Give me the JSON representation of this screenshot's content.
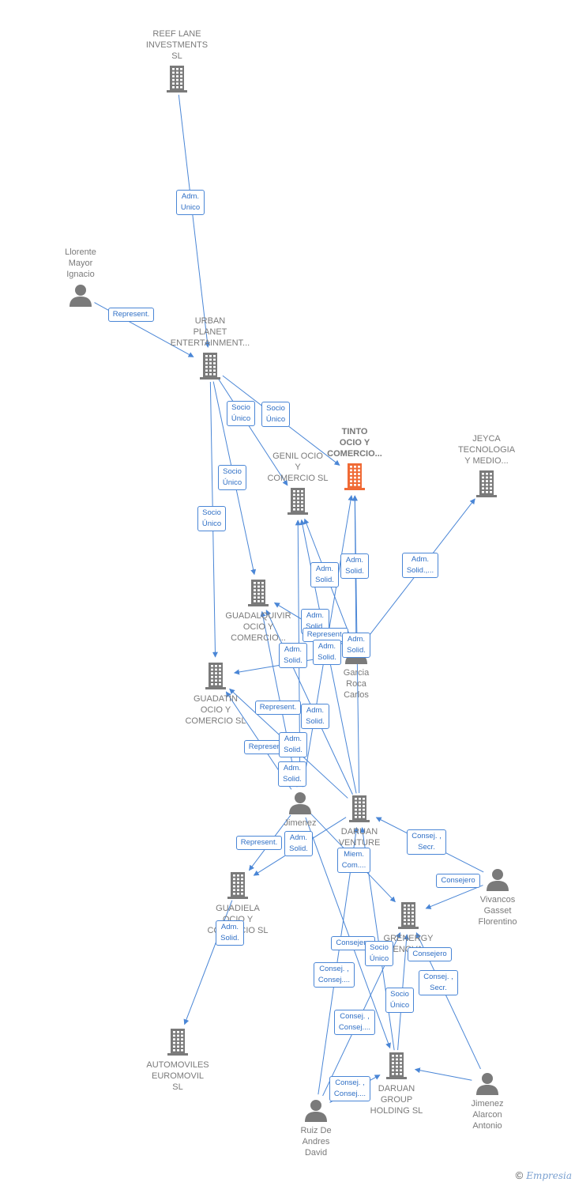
{
  "colors": {
    "edge": "#4a86d6",
    "node": "#7a7a7a",
    "main": "#f06a35"
  },
  "nodes": [
    {
      "id": "reef",
      "type": "company",
      "label": "REEF LANE\nINVESTMENTS\nSL"
    },
    {
      "id": "llorente",
      "type": "person",
      "label": "Llorente\nMayor\nIgnacio"
    },
    {
      "id": "urban",
      "type": "company",
      "label": "URBAN\nPLANET\nENTERTAINMENT..."
    },
    {
      "id": "tinto",
      "type": "company",
      "main": true,
      "label": "TINTO\nOCIO Y\nCOMERCIO..."
    },
    {
      "id": "genil",
      "type": "company",
      "label": "GENIL OCIO\nY\nCOMERCIO  SL"
    },
    {
      "id": "jeyca",
      "type": "company",
      "label": "JEYCA\nTECNOLOGIA\nY MEDIO..."
    },
    {
      "id": "guadalquivir",
      "type": "company",
      "label": "GUADALQUIVIR\nOCIO Y\nCOMERCIO..."
    },
    {
      "id": "garcia",
      "type": "person",
      "label": "Garcia\nRoca\nCarlos"
    },
    {
      "id": "guadatin",
      "type": "company",
      "label": "GUADATIN\nOCIO Y\nCOMERCIO  SL"
    },
    {
      "id": "jimenez",
      "type": "person",
      "label": "Jimenez"
    },
    {
      "id": "daruanventure",
      "type": "company",
      "label": "DARUAN\nVENTURE"
    },
    {
      "id": "vivancos",
      "type": "person",
      "label": "Vivancos\nGasset\nFlorentino"
    },
    {
      "id": "guadiela",
      "type": "company",
      "label": "GUADIELA\nOCIO Y\nCOMERCIO  SL"
    },
    {
      "id": "grenergy",
      "type": "company",
      "label": "GRENERGY\nRENOVA..."
    },
    {
      "id": "automoviles",
      "type": "company",
      "label": "AUTOMOVILES\nEUROMOVIL\nSL"
    },
    {
      "id": "daruangroup",
      "type": "company",
      "label": "DARUAN\nGROUP\nHOLDING  SL"
    },
    {
      "id": "jimenezalarcon",
      "type": "person",
      "label": "Jimenez\nAlarcon\nAntonio"
    },
    {
      "id": "ruiz",
      "type": "person",
      "label": "Ruiz De\nAndres\nDavid"
    }
  ],
  "edges": [
    {
      "from": "reef",
      "to": "urban",
      "label": "Adm.\nUnico"
    },
    {
      "from": "llorente",
      "to": "urban",
      "label": "Represent."
    },
    {
      "from": "urban",
      "to": "genil",
      "label": "Socio\nÚnico"
    },
    {
      "from": "urban",
      "to": "tinto",
      "label": "Socio\nÚnico"
    },
    {
      "from": "urban",
      "to": "guadalquivir",
      "label": "Socio\nÚnico"
    },
    {
      "from": "urban",
      "to": "guadatin",
      "label": "Socio\nÚnico"
    },
    {
      "from": "garcia",
      "to": "genil",
      "label": "Adm.\nSolid."
    },
    {
      "from": "garcia",
      "to": "tinto",
      "label": "Adm.\nSolid."
    },
    {
      "from": "garcia",
      "to": "jeyca",
      "label": "Adm.\nSolid.,..."
    },
    {
      "from": "garcia",
      "to": "guadalquivir",
      "label": "Adm.\nSolid."
    },
    {
      "from": "garcia",
      "to": "guadatin",
      "label": "Adm.\nSolid."
    },
    {
      "from": "daruanventure",
      "to": "genil",
      "label": "Represent."
    },
    {
      "from": "daruanventure",
      "to": "tinto",
      "label": "Adm.\nSolid."
    },
    {
      "from": "daruanventure",
      "to": "guadalquivir",
      "label": "Represent."
    },
    {
      "from": "daruanventure",
      "to": "guadatin",
      "label": "Represent."
    },
    {
      "from": "jimenez",
      "to": "genil",
      "label": "Adm.\nSolid."
    },
    {
      "from": "jimenez",
      "to": "tinto",
      "label": "Adm.\nSolid."
    },
    {
      "from": "jimenez",
      "to": "guadalquivir",
      "label": "Adm.\nSolid."
    },
    {
      "from": "jimenez",
      "to": "guadatin",
      "label": "Adm.\nSolid."
    },
    {
      "from": "daruanventure",
      "to": "guadiela",
      "label": "Represent."
    },
    {
      "from": "jimenez",
      "to": "guadiela",
      "label": "Adm.\nSolid."
    },
    {
      "from": "guadiela",
      "to": "automoviles",
      "label": "Adm.\nSolid."
    },
    {
      "from": "vivancos",
      "to": "daruanventure",
      "label": "Consej. ,\nSecr."
    },
    {
      "from": "vivancos",
      "to": "grenergy",
      "label": "Consejero"
    },
    {
      "from": "jimenez",
      "to": "grenergy",
      "label": "Miem.\nCom...."
    },
    {
      "from": "ruiz",
      "to": "daruanventure",
      "label": "Consejero"
    },
    {
      "from": "daruangroup",
      "to": "grenergy",
      "label": "Socio\nÚnico"
    },
    {
      "from": "daruangroup",
      "to": "daruanventure",
      "label": "Socio\nÚnico"
    },
    {
      "from": "jimenezalarcon",
      "to": "grenergy",
      "label": "Consejero"
    },
    {
      "from": "jimenezalarcon",
      "to": "daruangroup",
      "label": "Consej. ,\nSecr."
    },
    {
      "from": "ruiz",
      "to": "grenergy",
      "label": "Consej. ,\nConsej...."
    },
    {
      "from": "jimenez",
      "to": "daruangroup",
      "label": "Consej. ,\nConsej...."
    },
    {
      "from": "ruiz",
      "to": "daruangroup",
      "label": "Consej. ,\nConsej...."
    }
  ],
  "footer": {
    "copyright": "©",
    "brand": "Empresia"
  }
}
